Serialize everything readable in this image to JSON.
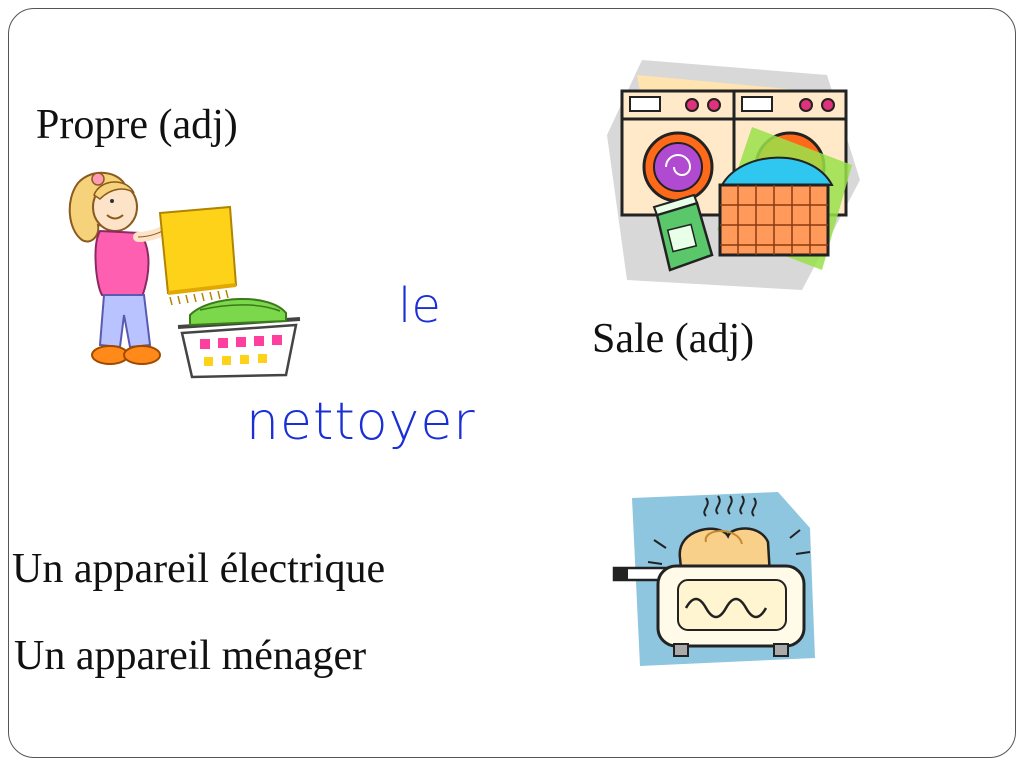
{
  "slide": {
    "propre_label": "Propre (adj)",
    "sale_label": "Sale (adj)",
    "appareil_electrique": "Un appareil électrique",
    "appareil_menager": "Un appareil ménager",
    "handwriting_line1": "le",
    "handwriting_line2": "nettoyer"
  },
  "images": {
    "left": "girl-folding-laundry-clipart",
    "top_right": "washing-machines-clipart",
    "bottom_right": "toaster-clipart"
  },
  "colors": {
    "handwriting": "#1a2fd6",
    "border": "#555555"
  }
}
